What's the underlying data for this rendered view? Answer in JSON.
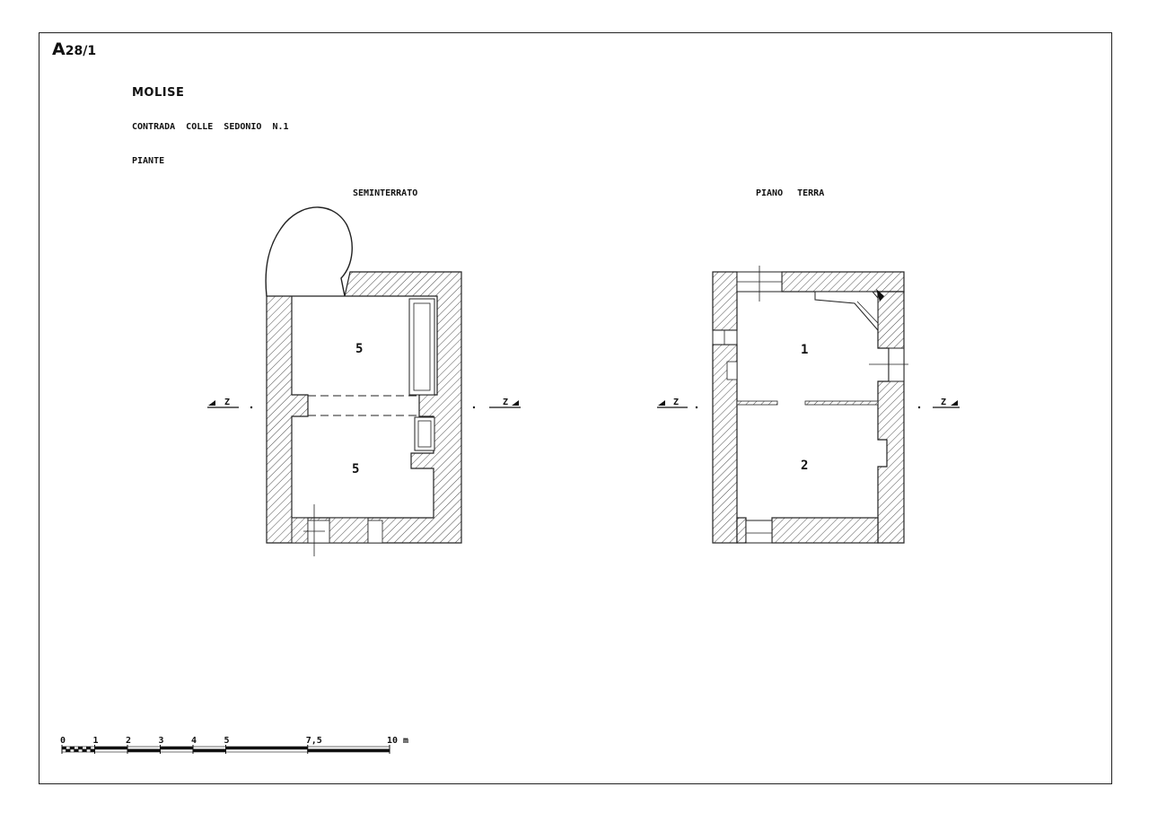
{
  "sheet": {
    "code_main": "A",
    "code_num": "28",
    "code_sub": "1",
    "region": "MOLISE",
    "address": "CONTRADA COLLE SEDONIO N.1",
    "subject": "PIANTE"
  },
  "plans": [
    {
      "title": "SEMINTERRATO",
      "rooms": [
        "5",
        "5"
      ],
      "section_left": "Z",
      "section_right": "Z"
    },
    {
      "title": "PIANO TERRA",
      "rooms": [
        "1",
        "2"
      ],
      "section_left": "Z",
      "section_right": "Z"
    }
  ],
  "scale_bar": {
    "labels": [
      "0",
      "1",
      "2",
      "3",
      "4",
      "5",
      "7,5",
      "10 m"
    ]
  }
}
